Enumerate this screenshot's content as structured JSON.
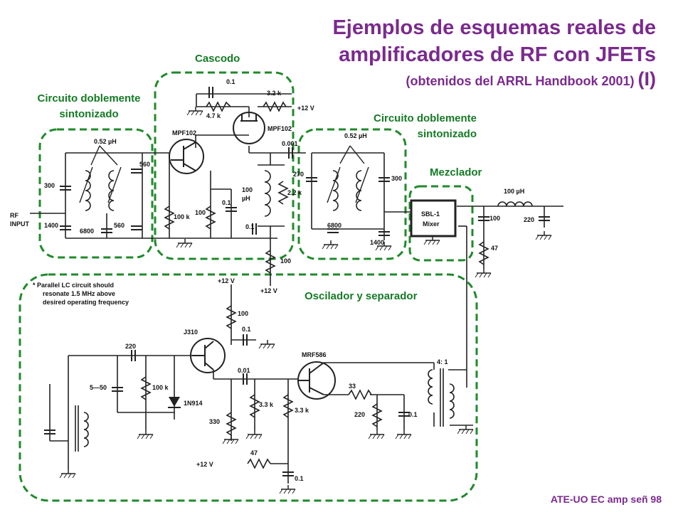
{
  "title": {
    "line1": "Ejemplos de esquemas reales de",
    "line2": "amplificadores de RF con JFETs",
    "subtitle": "(obtenidos del ARRL Handbook 2001)",
    "roman": "(I)"
  },
  "sections": {
    "cascodo": "Cascodo",
    "tuned_left_1": "Circuito doblemente",
    "tuned_left_2": "sintonizado",
    "tuned_right_1": "Circuito doblemente",
    "tuned_right_2": "sintonizado",
    "mezclador": "Mezclador",
    "oscilador": "Oscilador y separador"
  },
  "footer": "ATE-UO EC amp señ 98",
  "colors": {
    "title": "#7a2a8e",
    "section": "#157a25",
    "wire": "#222222",
    "dashed_box": "#1f8a2a"
  },
  "schematic": {
    "rf_input": [
      "RF",
      "INPUT"
    ],
    "inductor_052": "0.52 µH",
    "c300": "300",
    "c1400": "1400",
    "c6800": "6800",
    "c560a": "560",
    "c560b": "560",
    "fet1": "MPF102",
    "fet2": "MPF102",
    "r100k": "100 k",
    "r100": "100",
    "c01": "0.1",
    "r47k": "4.7 k",
    "r32k": "3.2 k",
    "plus12": "+12 V",
    "c0001": "0.001",
    "l100uh": "100",
    "l100uh_unit": "µH",
    "r22k": "2.2 k",
    "c270": "270",
    "mixer": [
      "SBL-1",
      "Mixer"
    ],
    "l100uh_out": "100 µH",
    "c220": "220",
    "r47": "47",
    "note": [
      "* Parallel LC circuit should",
      "resonate 1.5 MHz above",
      "desired operating frequency"
    ],
    "j310": "J310",
    "mrf586": "MRF586",
    "c550": "5—50",
    "d1n914": "1N914",
    "r330": "330",
    "c001": "0.01",
    "r33k": "3.3 k",
    "r33": "33",
    "ratio": "4: 1"
  }
}
